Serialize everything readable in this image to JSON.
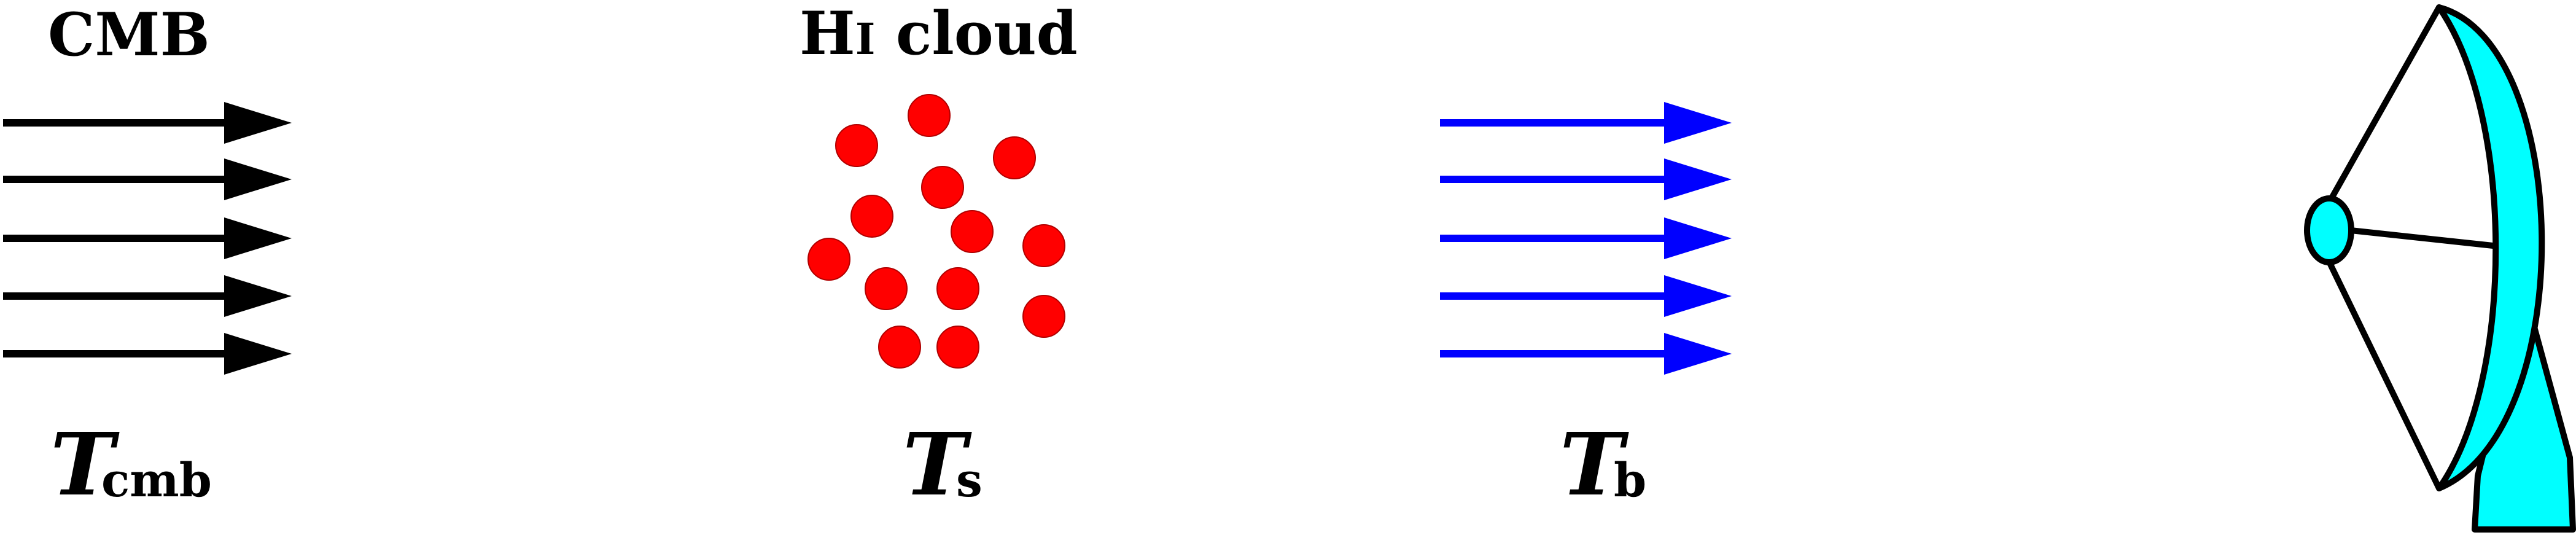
{
  "labels": {
    "cmb_title": "CMB",
    "cloud_title_main": "H",
    "cloud_title_small": "I",
    "cloud_title_rest": " cloud",
    "t_cmb_symbol": "T",
    "t_cmb_sub": "cmb",
    "t_s_symbol": "T",
    "t_s_sub": "s",
    "t_b_symbol": "T",
    "t_b_sub": "b"
  },
  "colors": {
    "cmb_arrows": "#000000",
    "brightness_arrows": "#0000ff",
    "cloud_particles": "#ff0000",
    "telescope_dish": "#00ffff",
    "outline": "#000000"
  }
}
